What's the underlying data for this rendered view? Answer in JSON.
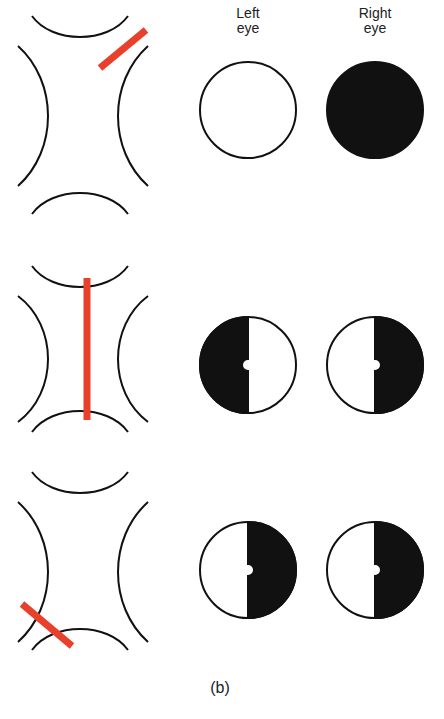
{
  "diagram": {
    "labels": [
      "Left eye",
      "Right eye",
      "(b)"
    ]
  }
}
